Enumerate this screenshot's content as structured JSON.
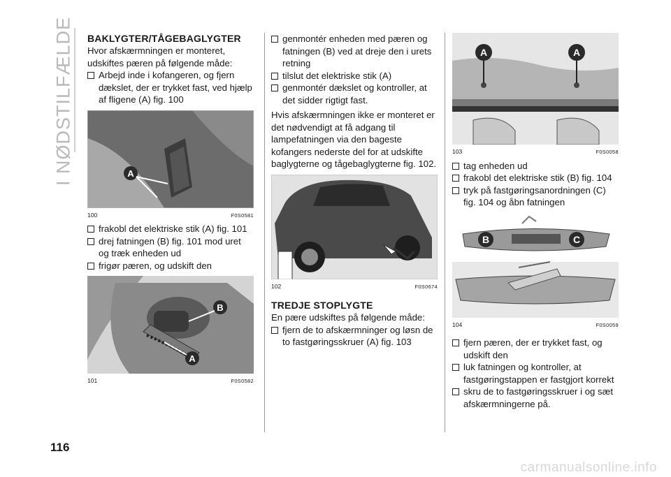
{
  "side_title": "I NØDSTILFÆLDE",
  "page_number": "116",
  "watermark": "carmanualsonline.info",
  "col1": {
    "heading": "BAKLYGTER/TÅGEBAGLYGTER",
    "intro": "Hvor afskærmningen er monteret, udskiftes pæren på følgende måde:",
    "bullet1": "Arbejd inde i kofangeren, og fjern dækslet, der er trykket fast, ved hjælp af fligene (A) fig. 100",
    "fig100": {
      "number": "100",
      "code": "F0S0581",
      "label_a": "A"
    },
    "bullet2": "frakobl det elektriske stik (A) fig. 101",
    "bullet3": "drej fatningen (B) fig. 101 mod uret og træk enheden ud",
    "bullet4": "frigør pæren, og udskift den",
    "fig101": {
      "number": "101",
      "code": "F0S0582",
      "label_a": "A",
      "label_b": "B"
    }
  },
  "col2": {
    "bullet1": "genmontér enheden med pæren og fatningen (B) ved at dreje den i urets retning",
    "bullet2": "tilslut det elektriske stik (A)",
    "bullet3": "genmontér dækslet og kontroller, at det sidder rigtigt fast.",
    "para": "Hvis afskærmningen ikke er monteret er det nødvendigt at få adgang til lampefatningen via den bageste kofangers nederste del for at udskifte baglygterne og tågebaglygterne fig. 102.",
    "fig102": {
      "number": "102",
      "code": "F0S0674"
    },
    "heading": "TREDJE STOPLYGTE",
    "intro": "En pære udskiftes på følgende måde:",
    "bullet4": "fjern de to afskærmninger og løsn de to fastgøringsskruer (A) fig. 103"
  },
  "col3": {
    "fig103": {
      "number": "103",
      "code": "F0S0058",
      "label_a": "A"
    },
    "bullet1": "tag enheden ud",
    "bullet2": "frakobl det elektriske stik (B) fig. 104",
    "bullet3": "tryk på fastgøringsanordningen (C) fig. 104 og åbn fatningen",
    "fig104": {
      "number": "104",
      "code": "F0S0059",
      "label_b": "B",
      "label_c": "C"
    },
    "bullet4": "fjern pæren, der er trykket fast, og udskift den",
    "bullet5": "luk fatningen og kontroller, at fastgøringstappen er fastgjort korrekt",
    "bullet6": "skru de to fastgøringsskruer i og sæt afskærmningerne på."
  }
}
